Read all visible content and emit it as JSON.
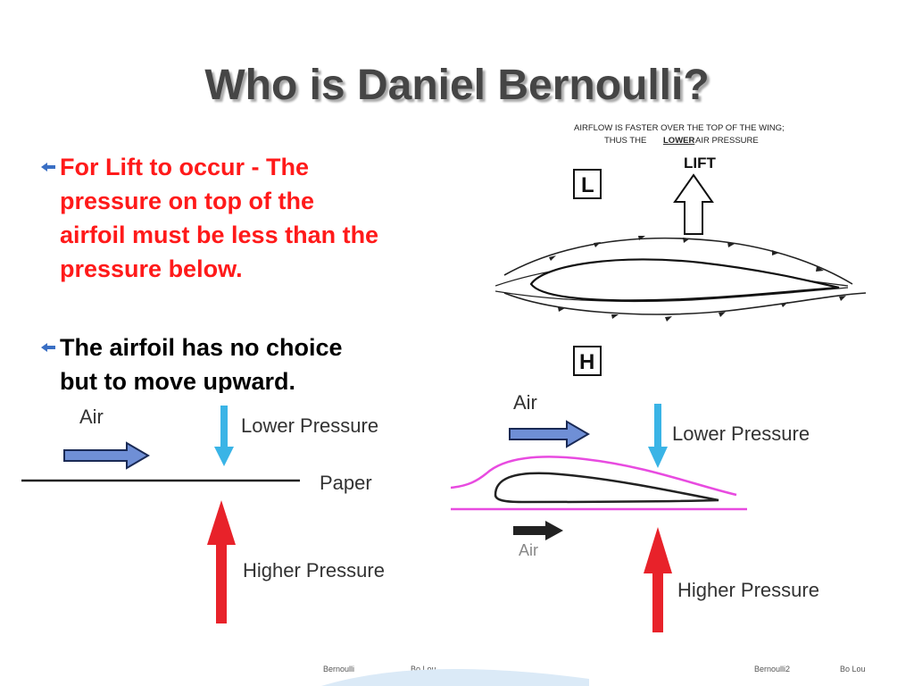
{
  "slide": {
    "title": "Who is Daniel Bernoulli?",
    "bullets": [
      {
        "text": "For Lift to occur - The\npressure on top of the\nairfoil must be less than the\npressure below.",
        "color": "#ff1a1a"
      },
      {
        "text": "The airfoil has no choice\nbut to move upward.",
        "color": "#000000"
      }
    ]
  },
  "wing_diagram": {
    "caption_line1": "AIRFLOW IS FASTER OVER THE TOP OF THE WING;",
    "caption_line2_prefix": "THUS THE",
    "caption_line2_emphasis": "LOWER",
    "caption_line2_suffix": "AIR PRESSURE",
    "lift_label": "LIFT",
    "low_box": "L",
    "high_box": "H"
  },
  "paper_diagram": {
    "air_label": "Air",
    "lower_pressure_label": "Lower Pressure",
    "paper_label": "Paper",
    "higher_pressure_label": "Higher Pressure",
    "footer_left": "Bernoulli",
    "footer_right": "Bo Lou"
  },
  "airfoil_diagram": {
    "air_top_label": "Air",
    "air_bottom_label": "Air",
    "lower_pressure_label": "Lower Pressure",
    "higher_pressure_label": "Higher Pressure",
    "footer_left": "Bernoulli2",
    "footer_right": "Bo Lou"
  },
  "colors": {
    "blue_arrow": "#6f8fd6",
    "cyan_arrow": "#3ab4e6",
    "red_arrow": "#e8222a",
    "pink_stream": "#e84be0"
  }
}
